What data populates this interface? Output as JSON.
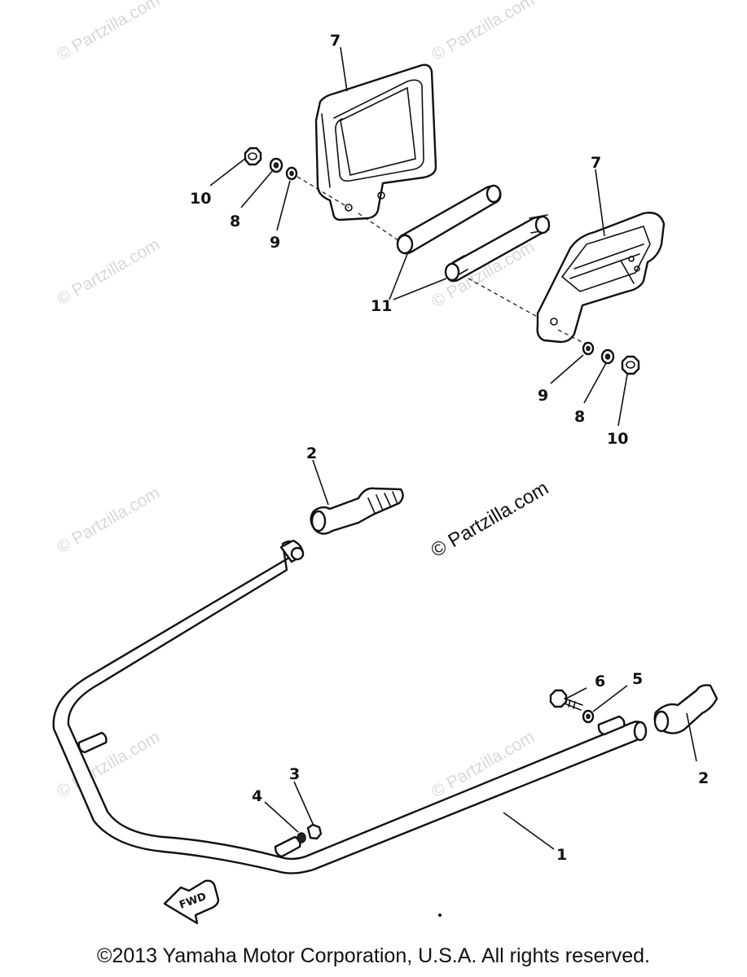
{
  "watermark": {
    "text": "© Partzilla.com"
  },
  "main_watermark": {
    "text": "© Partzilla.com"
  },
  "callouts": {
    "bar": "1",
    "bracket_top": "2",
    "bracket_right": "2",
    "nut_3": "3",
    "washer_4": "4",
    "washer_5": "5",
    "bolt_6": "6",
    "plate_left": "7",
    "plate_right": "7",
    "washer_8_left": "8",
    "washer_8_right": "8",
    "washer_9_left": "9",
    "washer_9_right": "9",
    "nut_10_left": "10",
    "nut_10_right": "10",
    "stud_11": "11"
  },
  "fwd_label": "FWD",
  "footer": {
    "copyright": "©2013  Yamaha Motor Corporation, U.S.A. All rights reserved."
  }
}
